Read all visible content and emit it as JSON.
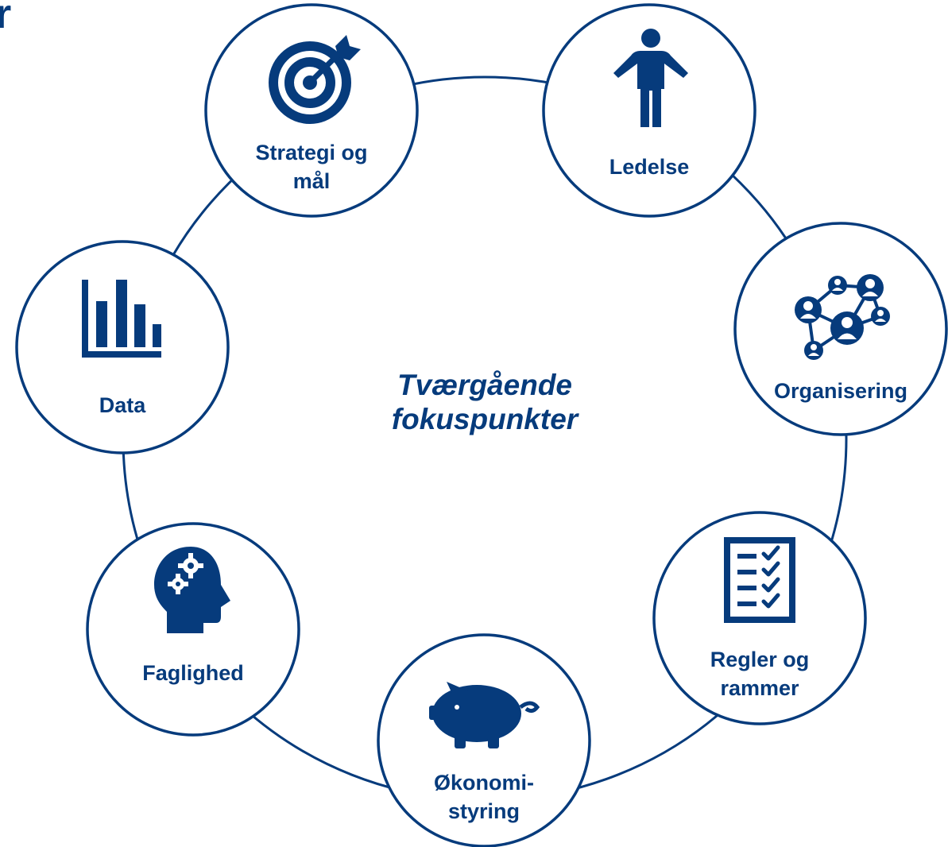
{
  "header": {
    "partial_title": "r"
  },
  "center": {
    "line1": "Tværgående",
    "line2": "fokuspunkter"
  },
  "nodes": {
    "strategy": {
      "label": "Strategi og\nmål",
      "icon": "target-icon"
    },
    "leadership": {
      "label": "Ledelse",
      "icon": "person-icon"
    },
    "organisation": {
      "label": "Organisering",
      "icon": "network-people-icon"
    },
    "rules": {
      "label": "Regler og\nrammer",
      "icon": "checklist-icon"
    },
    "economy": {
      "label": "Økonomi-\nstyring",
      "icon": "piggy-bank-icon"
    },
    "expertise": {
      "label": "Faglighed",
      "icon": "head-gears-icon"
    },
    "data": {
      "label": "Data",
      "icon": "bar-chart-icon"
    }
  },
  "colors": {
    "primary": "#063b7c",
    "background": "#ffffff"
  }
}
